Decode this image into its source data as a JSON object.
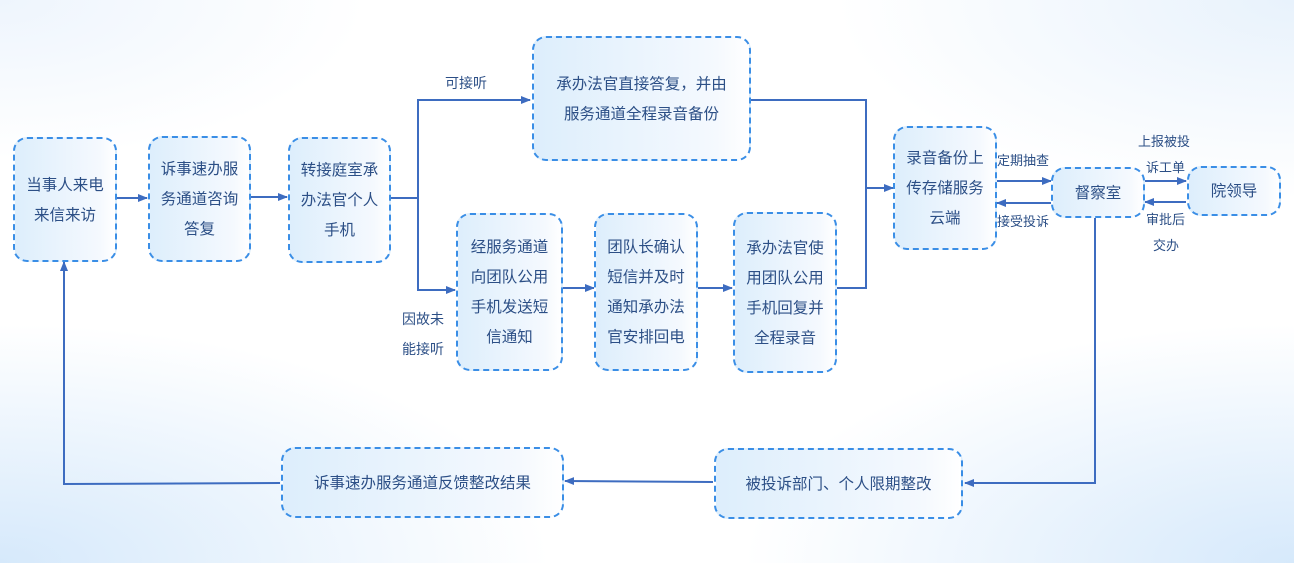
{
  "diagram": {
    "nodes": {
      "visit": [
        "当事人来电",
        "来信来访"
      ],
      "consult": [
        "诉事速办服",
        "务通道咨询",
        "答复"
      ],
      "transfer": [
        "转接庭室承",
        "办法官个人",
        "手机"
      ],
      "direct_reply": [
        "承办法官直接答复，并由",
        "服务通道全程录音备份"
      ],
      "sms_notice": [
        "经服务通道",
        "向团队公用",
        "手机发送短",
        "信通知"
      ],
      "leader_confirm": [
        "团队长确认",
        "短信并及时",
        "通知承办法",
        "官安排回电"
      ],
      "team_phone_reply": [
        "承办法官使",
        "用团队公用",
        "手机回复并",
        "全程录音"
      ],
      "cloud_backup": [
        "录音备份上",
        "传存储服务",
        "云端"
      ],
      "supervision": [
        "督察室"
      ],
      "leadership": [
        "院领导"
      ],
      "rectify": [
        "被投诉部门、个人限期整改"
      ],
      "feedback": [
        "诉事速办服务通道反馈整改结果"
      ]
    },
    "edge_labels": {
      "answerable": "可接听",
      "unanswered_1": "因故未",
      "unanswered_2": "能接听",
      "spot_check": "定期抽查",
      "accept_complaint": "接受投诉",
      "report_1": "上报被投",
      "report_2": "诉工单",
      "approve_1": "审批后",
      "approve_2": "交办"
    },
    "colors": {
      "line": "#3d6cc0",
      "node_border": "#3a8ee6",
      "text": "#2c4f86"
    }
  }
}
